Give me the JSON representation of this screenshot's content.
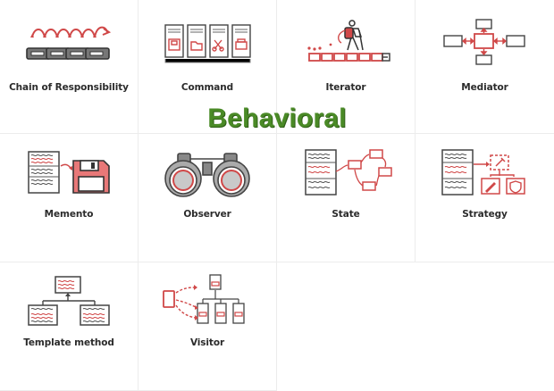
{
  "title": "Behavioral",
  "colors": {
    "accent": "#d04848",
    "title_green": "#4a8a26",
    "dark": "#444444"
  },
  "patterns": [
    {
      "label": "Chain of Responsibility",
      "icon": "chain-icon"
    },
    {
      "label": "Command",
      "icon": "command-cards-icon"
    },
    {
      "label": "Iterator",
      "icon": "hiker-icon"
    },
    {
      "label": "Mediator",
      "icon": "mediator-hub-icon"
    },
    {
      "label": "Memento",
      "icon": "floppy-disk-icon"
    },
    {
      "label": "Observer",
      "icon": "binoculars-icon"
    },
    {
      "label": "State",
      "icon": "state-flow-icon"
    },
    {
      "label": "Strategy",
      "icon": "strategy-tools-icon"
    },
    {
      "label": "Template method",
      "icon": "template-tree-icon"
    },
    {
      "label": "Visitor",
      "icon": "visitor-tree-icon"
    }
  ]
}
